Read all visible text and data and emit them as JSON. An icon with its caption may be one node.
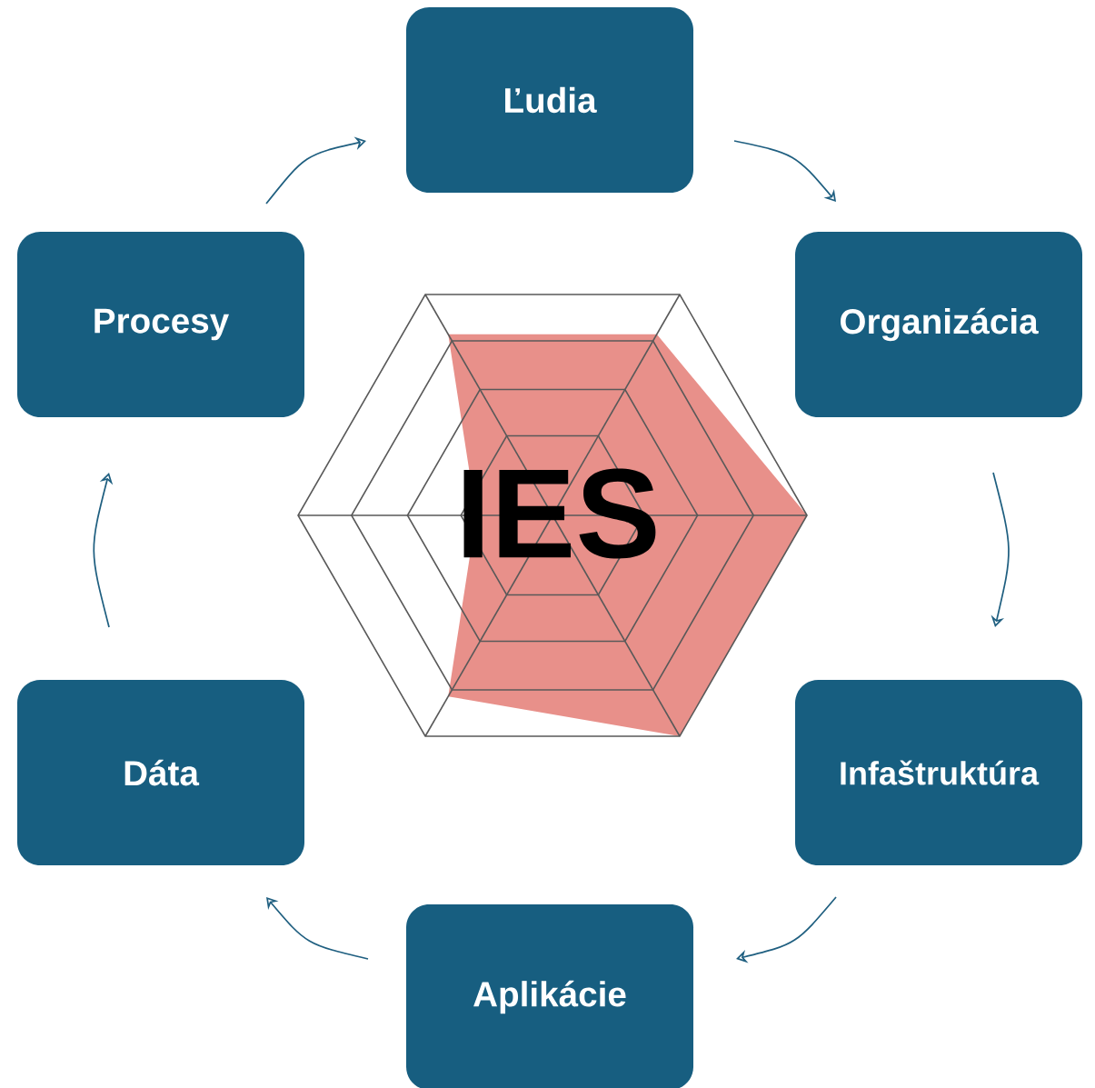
{
  "diagram": {
    "nodes": [
      {
        "text": [
          "Ľudia"
        ]
      },
      {
        "text": [
          "Organizácia"
        ]
      },
      {
        "text": [
          "Infaštruktúra"
        ]
      },
      {
        "text": [
          "Aplikácie"
        ]
      },
      {
        "text": [
          "Dáta"
        ]
      },
      {
        "text": [
          "Procesy"
        ]
      }
    ],
    "edges": [
      {
        "from": 0,
        "to": 1,
        "arrow": "to"
      },
      {
        "from": 1,
        "to": 2,
        "arrow": "to"
      },
      {
        "from": 2,
        "to": 3,
        "arrow": "to"
      },
      {
        "from": 3,
        "to": 4,
        "arrow": "to"
      },
      {
        "from": 4,
        "to": 5,
        "arrow": "to"
      },
      {
        "from": 5,
        "to": 0,
        "arrow": "to"
      }
    ],
    "labels": [
      "IES"
    ]
  }
}
